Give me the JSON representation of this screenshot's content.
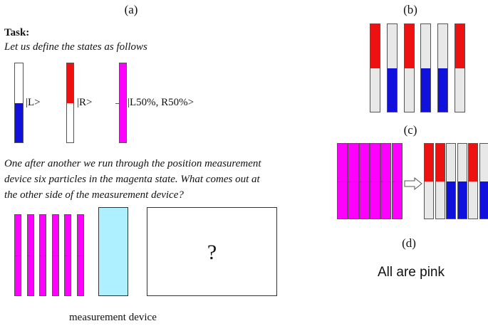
{
  "panels": {
    "a_label": "(a)",
    "b_label": "(b)",
    "c_label": "(c)",
    "d_label": "(d)"
  },
  "task": {
    "title": "Task:",
    "intro": "Let us define the states as follows",
    "states": [
      {
        "label": "|L>",
        "top": "empty",
        "bottom": "blue"
      },
      {
        "label": "|R>",
        "top": "red",
        "bottom": "empty"
      },
      {
        "label": "|L50%, R50%>",
        "top": "magenta",
        "bottom": "magenta"
      }
    ],
    "question_lines": [
      "One after another we run through the position measurement",
      "device six particles in the magenta state. What comes out at",
      "the other side of the measurement device?"
    ],
    "question_mark": "?",
    "device_label": "measurement device"
  },
  "option_b": {
    "bars": [
      {
        "top": "red",
        "bottom": "empty"
      },
      {
        "top": "empty",
        "bottom": "blue"
      },
      {
        "top": "red",
        "bottom": "empty"
      },
      {
        "top": "empty",
        "bottom": "blue"
      },
      {
        "top": "empty",
        "bottom": "blue"
      },
      {
        "top": "red",
        "bottom": "empty"
      }
    ]
  },
  "option_c": {
    "input_count": 6,
    "output_bars": [
      {
        "top": "red",
        "bottom": "empty"
      },
      {
        "top": "red",
        "bottom": "empty"
      },
      {
        "top": "empty",
        "bottom": "blue"
      },
      {
        "top": "empty",
        "bottom": "blue"
      },
      {
        "top": "red",
        "bottom": "empty"
      },
      {
        "top": "empty",
        "bottom": "blue"
      }
    ]
  },
  "option_d": {
    "text": "All are pink"
  },
  "colors": {
    "red": "#ee1111",
    "blue": "#1111dd",
    "magenta": "#ff00ff",
    "empty_bar": "#e8e8e8",
    "empty_state": "#ffffff",
    "device": "#aef0ff",
    "arrow": "#ffffff"
  }
}
